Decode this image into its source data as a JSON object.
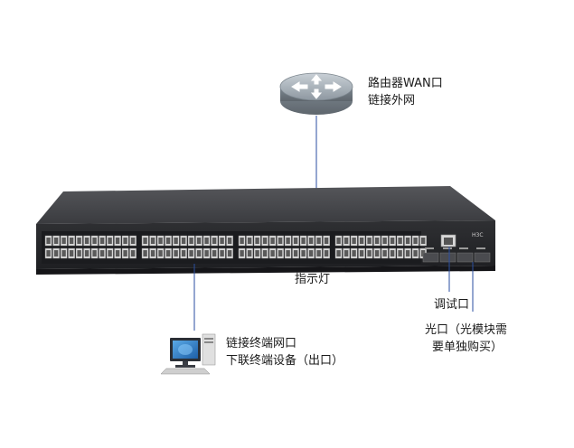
{
  "labels": {
    "router_line1": "路由器WAN口",
    "router_line2": "链接外网",
    "indicator": "指示灯",
    "console": "调试口",
    "optical_line1": "光口（光模块需",
    "optical_line2": "要单独购买）",
    "terminal_line1": "链接终端网口",
    "terminal_line2": "下联终端设备（出口）",
    "brand": "H3C"
  },
  "icons": {
    "router": "router-icon",
    "computer": "computer-icon",
    "switch": "network-switch"
  },
  "colors": {
    "connector_line": "#2a4ea0",
    "switch_body": "#2b2b2e",
    "router_body": "#9aa4ad"
  }
}
